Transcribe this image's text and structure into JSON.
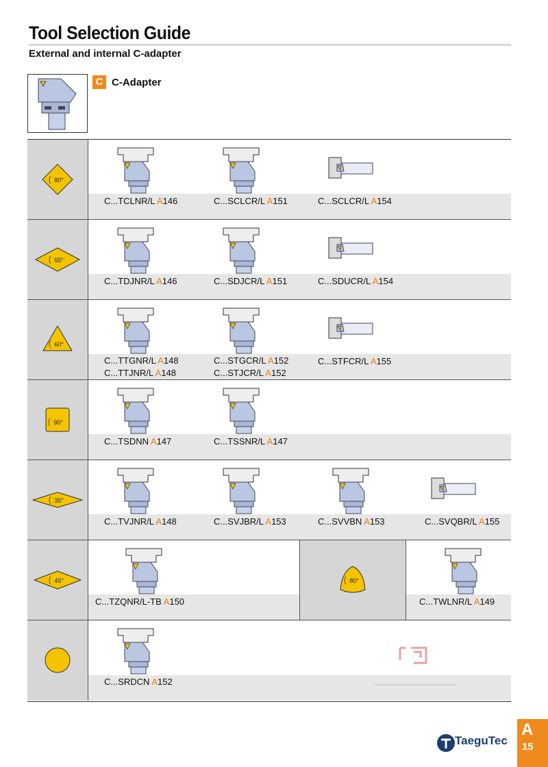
{
  "header": {
    "title": "Tool Selection Guide",
    "subtitle": "External and internal C-adapter"
  },
  "adapter": {
    "badge": "C",
    "label": "C-Adapter"
  },
  "rows": [
    {
      "insert_angle": "80°",
      "insert_shape": "rhombic-80",
      "tools": [
        {
          "code": "C...TCLNR/L",
          "ref": "A146"
        },
        {
          "code": "C...SCLCR/L",
          "ref": "A151"
        },
        {
          "code": "C...SCLCR/L",
          "ref": "A154"
        }
      ]
    },
    {
      "insert_angle": "55°",
      "insert_shape": "rhombic-55",
      "tools": [
        {
          "code": "C...TDJNR/L",
          "ref": "A146"
        },
        {
          "code": "C...SDJCR/L",
          "ref": "A151"
        },
        {
          "code": "C...SDUCR/L",
          "ref": "A154"
        }
      ]
    },
    {
      "insert_angle": "60°",
      "insert_shape": "triangle-60",
      "tools": [
        {
          "code": "C...TTGNR/L",
          "ref": "A148",
          "code2": "C...TTJNR/L",
          "ref2": "A148"
        },
        {
          "code": "C...STGCR/L",
          "ref": "A152",
          "code2": "C...STJCR/L",
          "ref2": "A152"
        },
        {
          "code": "C...STFCR/L",
          "ref": "A155"
        }
      ]
    },
    {
      "insert_angle": "90°",
      "insert_shape": "square-90",
      "tools": [
        {
          "code": "C...TSDNN",
          "ref": "A147"
        },
        {
          "code": "C...TSSNR/L",
          "ref": "A147"
        }
      ]
    },
    {
      "insert_angle": "35°",
      "insert_shape": "rhombic-35",
      "tools": [
        {
          "code": "C...TVJNR/L",
          "ref": "A148"
        },
        {
          "code": "C...SVJBR/L",
          "ref": "A153"
        },
        {
          "code": "C...SVVBN",
          "ref": "A153"
        },
        {
          "code": "C...SVQBR/L",
          "ref": "A155"
        }
      ]
    },
    {
      "insert_angle": "45°",
      "insert_shape": "rhombic-45",
      "tools": [
        {
          "code": "C...TZQNR/L-TB",
          "ref": "A150"
        }
      ],
      "second_angle": "80°",
      "second_shape": "trigon-80",
      "second_tools": [
        {
          "code": "C...TWLNR/L",
          "ref": "A149"
        }
      ]
    },
    {
      "insert_angle": "",
      "insert_shape": "round",
      "tools": [
        {
          "code": "C...SRDCN",
          "ref": "A152"
        }
      ]
    }
  ],
  "footer": {
    "section_letter": "A",
    "page_number": "15",
    "brand": "TaeguTec"
  },
  "colors": {
    "insert_yellow": "#f5c400",
    "accent_orange": "#f08a1c",
    "tool_blue": "#b9c7e3",
    "band_gray": "#e6e6e6",
    "insert_col_gray": "#d6d6d6"
  }
}
